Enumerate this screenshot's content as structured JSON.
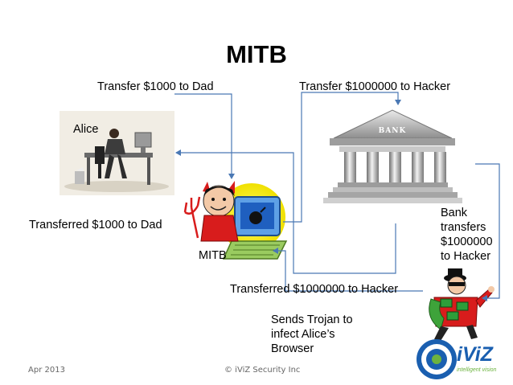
{
  "title": "MITB",
  "labels": {
    "transfer_dad": "Transfer $1000 to Dad",
    "transfer_hacker": "Transfer $1000000 to Hacker",
    "alice": "Alice",
    "transferred_dad": "Transferred $1000 to Dad",
    "mitb": "MITB",
    "bank_transfers": "Bank\ntransfers\n$1000000\nto Hacker",
    "transferred_hacker": "Transferred $1000000 to Hacker",
    "sends_trojan": "Sends Trojan to\ninfect Alice’s\nBrowser"
  },
  "bank_sign": "BANK",
  "logo": {
    "brand": "iViZ",
    "tagline": "intelligent vision"
  },
  "footer": {
    "date": "Apr 2013",
    "copyright": "© iViZ Security Inc"
  },
  "colors": {
    "arrow": "#4a78b4",
    "logo_blue": "#1a5fb0",
    "logo_green": "#6cb33f"
  }
}
